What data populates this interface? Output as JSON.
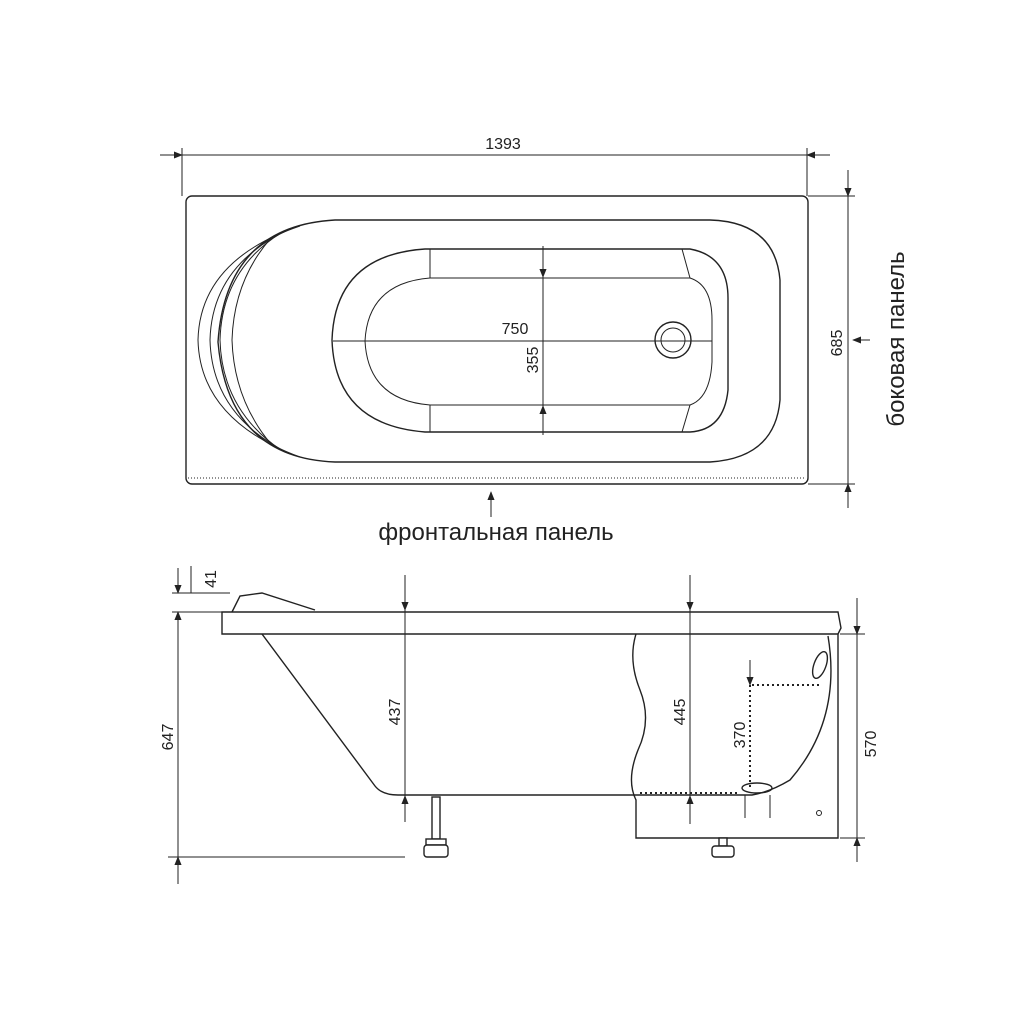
{
  "top_view": {
    "overall_length": "1393",
    "overall_width": "685",
    "basin_length": "750",
    "basin_width": "355"
  },
  "labels": {
    "front_panel": "фронтальная панель",
    "side_panel": "боковая панель"
  },
  "side_view": {
    "rim_height": "41",
    "total_height": "647",
    "inner_depth_437": "437",
    "inner_depth_445": "445",
    "overflow_height": "370",
    "panel_height": "570"
  },
  "colors": {
    "line": "#222222",
    "background": "#ffffff"
  }
}
